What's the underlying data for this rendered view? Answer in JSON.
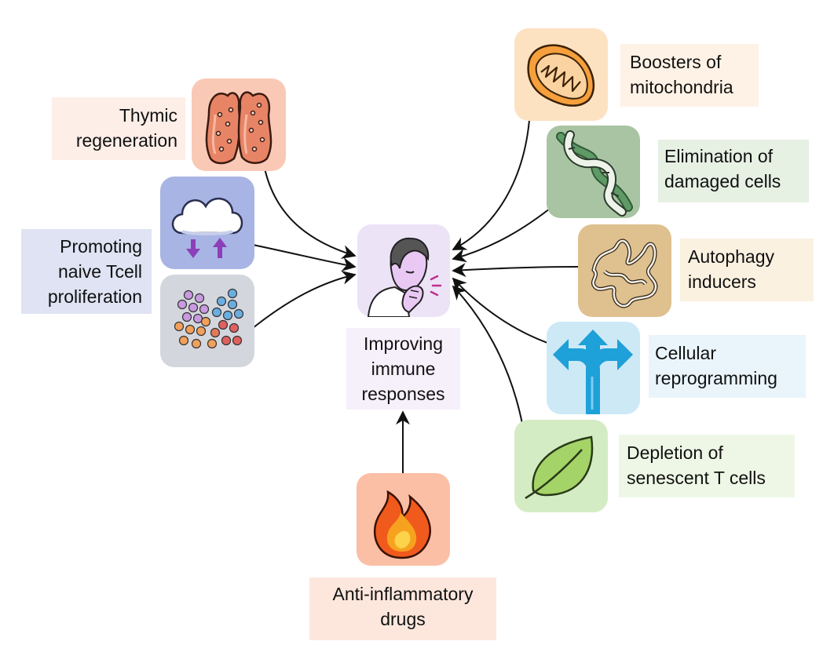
{
  "center": {
    "lines": [
      "Improving",
      "immune",
      "responses"
    ]
  },
  "left": [
    {
      "id": "thymic",
      "lines": [
        "Thymic",
        "regeneration"
      ]
    },
    {
      "id": "naive",
      "lines": [
        "Promoting",
        "naive Tcell",
        "proliferation"
      ]
    }
  ],
  "right": [
    {
      "id": "mito",
      "lines": [
        "Boosters of",
        "mitochondria"
      ]
    },
    {
      "id": "elim",
      "lines": [
        "Elimination of",
        "damaged cells"
      ]
    },
    {
      "id": "auto",
      "lines": [
        "Autophagy",
        "inducers"
      ]
    },
    {
      "id": "reprog",
      "lines": [
        "Cellular",
        "reprogramming"
      ]
    },
    {
      "id": "deplete",
      "lines": [
        "Depletion of",
        "senescent T cells"
      ]
    }
  ],
  "bottom": {
    "id": "antiinfl",
    "lines": [
      "Anti-inflammatory",
      "drugs"
    ]
  },
  "colors": {
    "thymic_tile": "#f9c9b6",
    "thymic_label": "#fdeee7",
    "naive_tile_top": "#a8b4e4",
    "naive_tile_bottom": "#d3d6dd",
    "naive_label": "#dfe3f3",
    "center_tile": "#ece3f7",
    "center_label": "#f6f0fb",
    "mito_tile": "#fde2c2",
    "mito_label": "#fef2e6",
    "elim_tile": "#a9c4a3",
    "elim_label": "#e6f0e3",
    "auto_tile": "#dfc08f",
    "auto_label": "#fbf1e1",
    "reprog_tile": "#cde9f6",
    "reprog_label": "#e9f5fb",
    "deplete_tile": "#d4ecc4",
    "deplete_label": "#eef7e6",
    "antiinfl_tile": "#fbbfa6",
    "antiinfl_label": "#fde7dd"
  }
}
